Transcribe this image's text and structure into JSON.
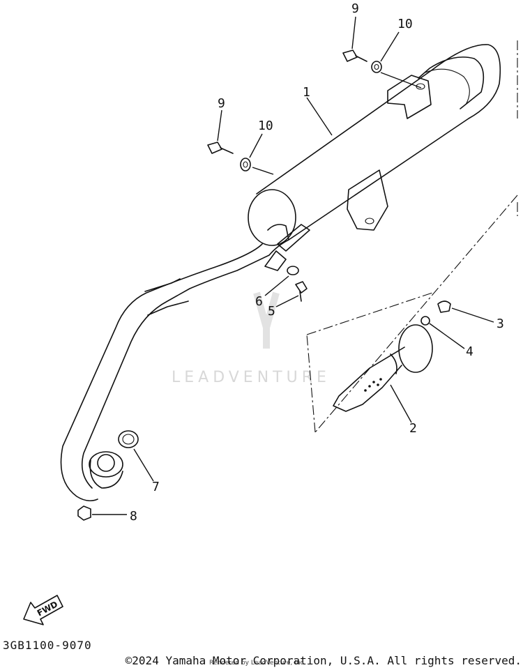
{
  "diagram": {
    "code": "3GB1100-9070",
    "copyright": "©2024 Yamaha Motor Corporation, U.S.A. All rights reserved.",
    "render_credit": "Rendered by LeadVenture, Inc.",
    "watermark": "LEADVENTURE",
    "direction_arrow": {
      "label": "FWD",
      "icon": "fwd-arrow-icon"
    },
    "callouts": [
      {
        "id": "c9a",
        "label": "9",
        "part": "bolt"
      },
      {
        "id": "c10a",
        "label": "10",
        "part": "washer"
      },
      {
        "id": "c9b",
        "label": "9",
        "part": "bolt"
      },
      {
        "id": "c10b",
        "label": "10",
        "part": "washer"
      },
      {
        "id": "c1",
        "label": "1",
        "part": "muffler"
      },
      {
        "id": "c6",
        "label": "6",
        "part": "washer"
      },
      {
        "id": "c5",
        "label": "5",
        "part": "bolt"
      },
      {
        "id": "c3",
        "label": "3",
        "part": "screw"
      },
      {
        "id": "c4",
        "label": "4",
        "part": "washer"
      },
      {
        "id": "c2",
        "label": "2",
        "part": "spark arrester"
      },
      {
        "id": "c7",
        "label": "7",
        "part": "gasket"
      },
      {
        "id": "c8",
        "label": "8",
        "part": "nut"
      }
    ]
  }
}
